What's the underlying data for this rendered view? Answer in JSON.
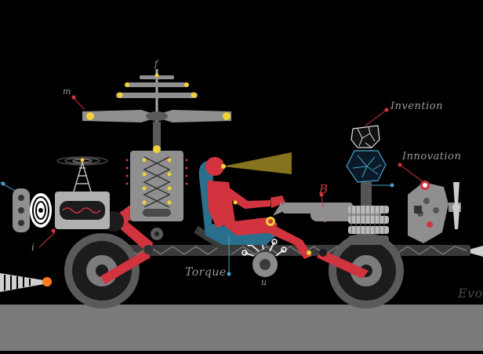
{
  "labels": {
    "invention": "Invention",
    "innovation": "Innovation",
    "torque": "Torque",
    "evolution_partial": "Evol",
    "letter_m": "m",
    "letter_f": "f",
    "letter_i": "i",
    "letter_u": "u",
    "letter_b": "B"
  },
  "colors": {
    "background": "#000000",
    "ground": "#7a7a7a",
    "machine_gray": "#8f8f8f",
    "dark_gray": "#4a4a4a",
    "red": "#d2343f",
    "blue": "#2a6f8c",
    "yellow": "#f2d23a",
    "orange": "#ff7a1a"
  }
}
